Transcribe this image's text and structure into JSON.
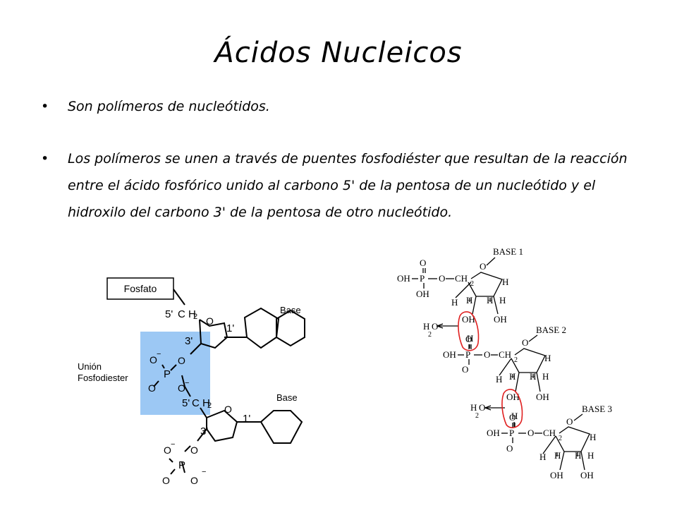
{
  "slide": {
    "title": "Ácidos Nucleicos",
    "bullets": [
      " Son polímeros de nucleótidos.",
      "Los polímeros se unen a través de puentes fosfodiéster que resultan de la reacción entre el ácido fosfórico unido al carbono 5' de la pentosa de un nucleótido y el hidroxilo del carbono 3' de la pentosa de otro nucleótido."
    ]
  },
  "left_diagram": {
    "phosphate_box": "Fosfato",
    "link_label_1": "Unión",
    "link_label_2": "Fosfodiester",
    "base_1": "Base",
    "base_2": "Base",
    "c5_top": "5'",
    "ch2_top": "C H",
    "h2_sub": "2",
    "c1_top": "1'",
    "c3_top": "3'",
    "c5_mid": "5'",
    "ch2_mid": "C H",
    "c1_bottom": "1'",
    "c3_bottom": "3'",
    "o_ring": "O",
    "o_minus": "O",
    "p": "P",
    "minus": "−",
    "highlight_color": "#9cc8f4"
  },
  "right_diagram": {
    "base1": "BASE 1",
    "base2": "BASE 2",
    "base3": "BASE 3",
    "oh": "OH",
    "o": "O",
    "p": "P",
    "ch2": "CH",
    "sub2": "2",
    "h": "H",
    "h2o": "H",
    "circle_color": "#e02020"
  }
}
